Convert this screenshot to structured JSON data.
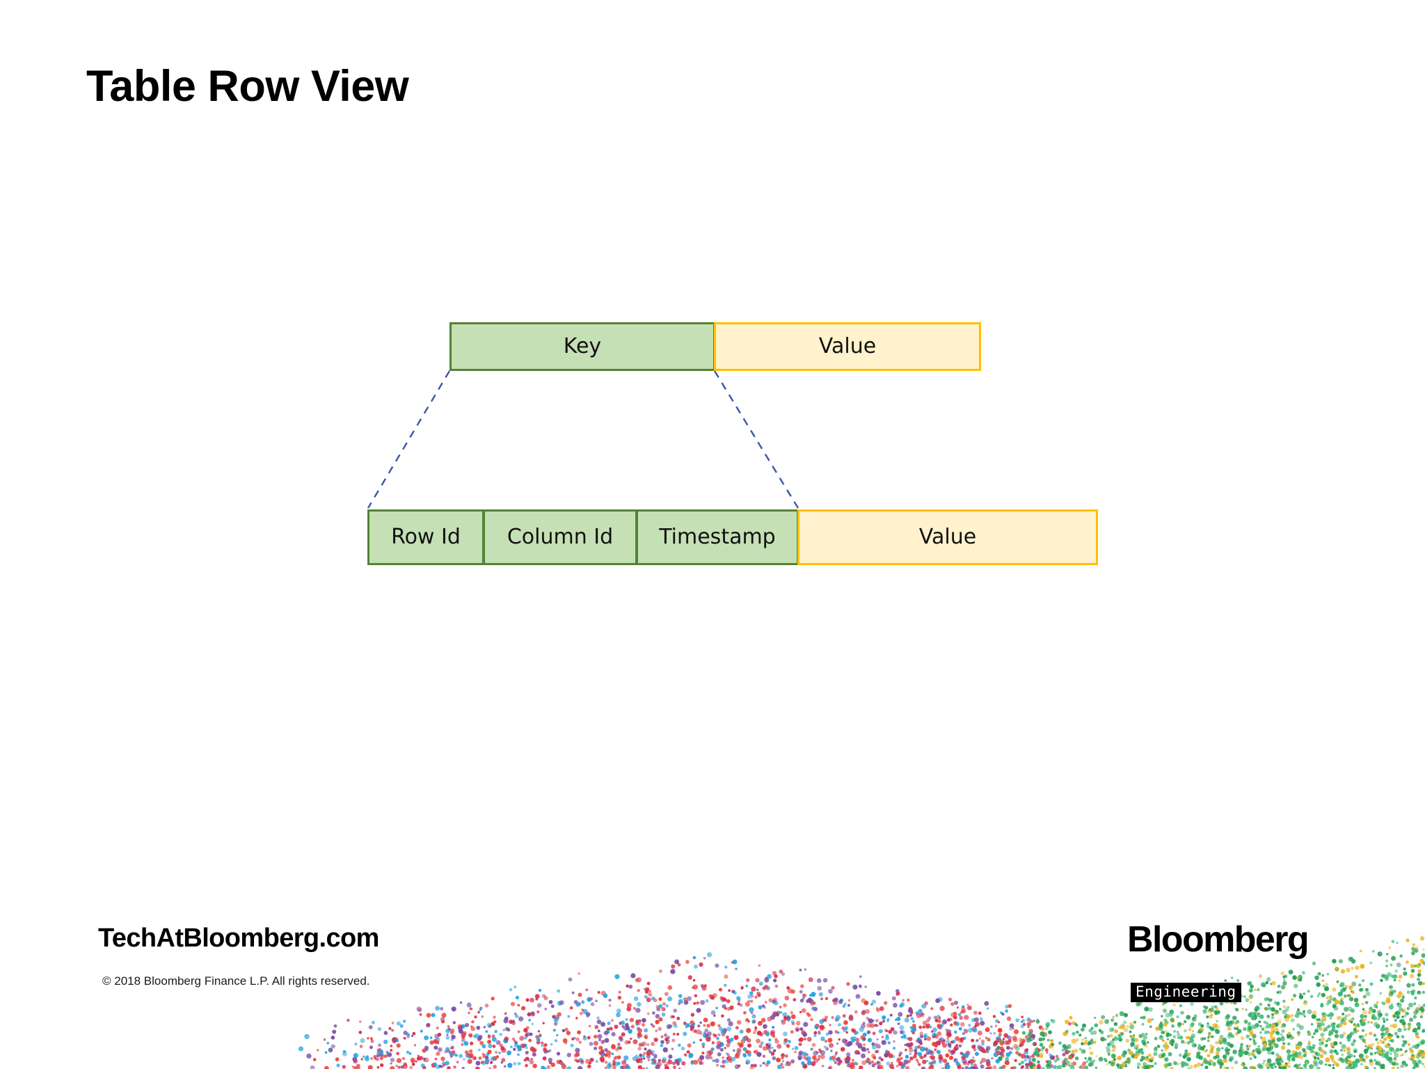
{
  "slide": {
    "title": "Table Row View",
    "background_color": "#FFFFFF"
  },
  "colors": {
    "key_fill": "#C5E0B4",
    "key_border": "#548235",
    "value_fill": "#FFF2CC",
    "value_border": "#FFC000",
    "connector_line": "#3E5AA8",
    "text": "#111111"
  },
  "diagram": {
    "name": "table-row-view-decomposition",
    "top_row": {
      "label": "logical-row",
      "cells": [
        {
          "label": "Key",
          "kind": "key"
        },
        {
          "label": "Value",
          "kind": "value"
        }
      ]
    },
    "bottom_row": {
      "label": "physical-row",
      "cells": [
        {
          "label": "Row Id",
          "kind": "key"
        },
        {
          "label": "Column Id",
          "kind": "key"
        },
        {
          "label": "Timestamp",
          "kind": "key"
        },
        {
          "label": "Value",
          "kind": "value"
        }
      ]
    },
    "connectors": [
      {
        "name": "key-left-expansion",
        "style": "dashed"
      },
      {
        "name": "key-right-expansion",
        "style": "dashed"
      }
    ]
  },
  "footer": {
    "brand": "TechAtBloomberg.com",
    "copyright": "© 2018 Bloomberg Finance L.P. All rights reserved.",
    "logo": "Bloomberg",
    "logo_sub": "Engineering"
  }
}
